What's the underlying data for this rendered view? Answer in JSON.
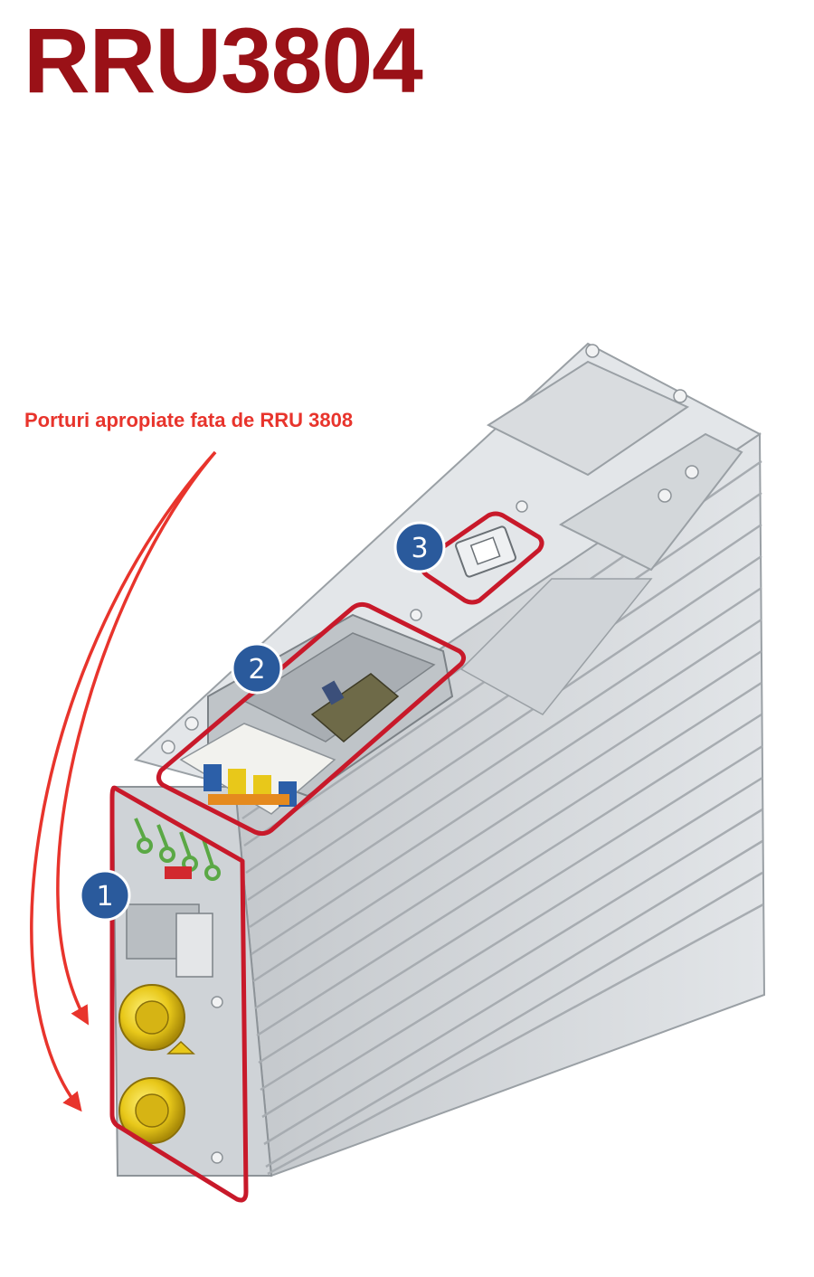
{
  "title": "RRU3804",
  "annotation": "Porturi apropiate fata de RRU 3808",
  "callouts": [
    {
      "label": "1"
    },
    {
      "label": "2"
    },
    {
      "label": "3"
    }
  ],
  "colors": {
    "title": "#9a1117",
    "annotation": "#e8342c",
    "highlight": "#c8192a",
    "callout_fill": "#2a5a9c",
    "housing": "#d7dadd"
  },
  "icons": {
    "arrow": "red-curved-arrow-icon",
    "connector": "n-type-connector-icon"
  }
}
